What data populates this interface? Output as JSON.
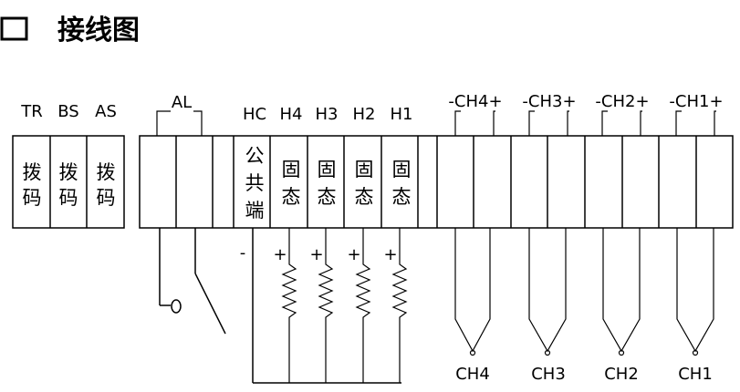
{
  "title": "接线图",
  "dip_labels": [
    "TR",
    "BS",
    "AS"
  ],
  "dip_cell_text": [
    "拨",
    "码"
  ],
  "alarm_label": "AL",
  "common_label": "HC",
  "common_cell_text": [
    "公",
    "共",
    "端"
  ],
  "heater_labels": [
    "H4",
    "H3",
    "H2",
    "H1"
  ],
  "heater_cell_text": [
    "固",
    "态"
  ],
  "channel_top_labels": [
    "-CH4+",
    "-CH3+",
    "-CH2+",
    "-CH1+"
  ],
  "channel_bottom_labels": [
    "CH4",
    "CH3",
    "CH2",
    "CH1"
  ],
  "minus_sign": "-",
  "plus_sign": "+"
}
